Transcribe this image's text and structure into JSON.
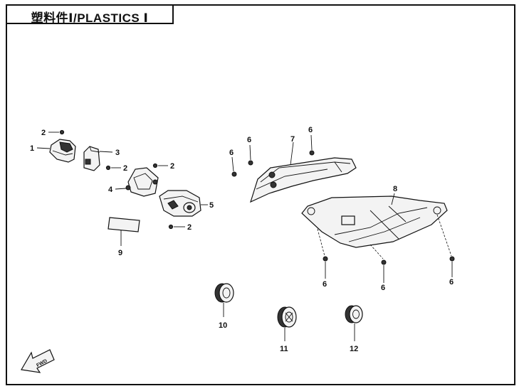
{
  "title": "塑料件Ⅰ/PLASTICS Ⅰ",
  "callouts": {
    "c1": "1",
    "c2a": "2",
    "c2b": "2",
    "c2c": "2",
    "c2d": "2",
    "c3": "3",
    "c4": "4",
    "c5": "5",
    "c6a": "6",
    "c6b": "6",
    "c6c": "6",
    "c6d": "6",
    "c6e": "6",
    "c6f": "6",
    "c7": "7",
    "c8": "8",
    "c9": "9",
    "c10": "10",
    "c11": "11",
    "c12": "12"
  },
  "fwd_label": "FWD"
}
